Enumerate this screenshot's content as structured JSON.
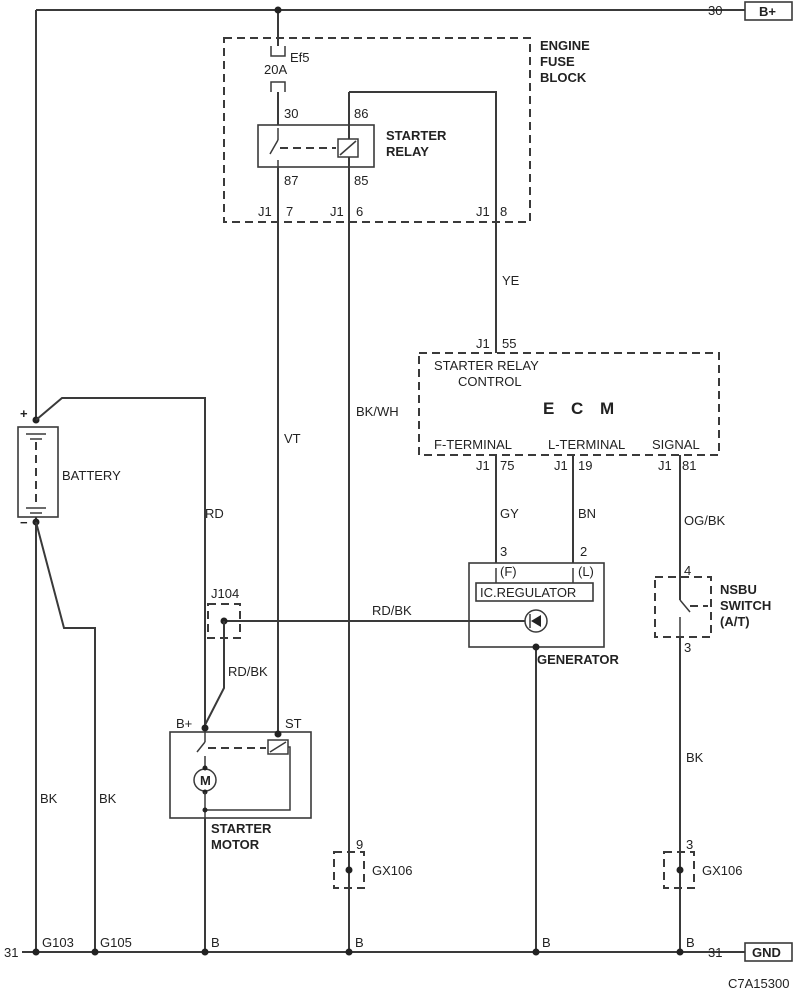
{
  "rails": {
    "top_number": "30",
    "top_label": "B+",
    "bottom_number_left": "31",
    "bottom_number_right": "31",
    "bottom_label": "GND"
  },
  "fuse_block": {
    "title_line1": "ENGINE",
    "title_line2": "FUSE",
    "title_line3": "BLOCK",
    "fuse_name": "Ef5",
    "fuse_rating": "20A",
    "connector_j1_a": "J1",
    "pin_7": "7",
    "connector_j1_b": "J1",
    "pin_6": "6",
    "connector_j1_c": "J1",
    "pin_8": "8"
  },
  "starter_relay": {
    "title_line1": "STARTER",
    "title_line2": "RELAY",
    "pin_30": "30",
    "pin_86": "86",
    "pin_87": "87",
    "pin_85": "85"
  },
  "ecm": {
    "title": "E C M",
    "function_line1": "STARTER RELAY",
    "function_line2": "CONTROL",
    "term_f": "F-TERMINAL",
    "term_l": "L-TERMINAL",
    "term_signal": "SIGNAL",
    "conn_top": "J1",
    "pin_55": "55",
    "conn_75": "J1",
    "pin_75": "75",
    "conn_19": "J1",
    "pin_19": "19",
    "conn_81": "J1",
    "pin_81": "81"
  },
  "wires": {
    "ye": "YE",
    "vt": "VT",
    "bk_wh": "BK/WH",
    "rd": "RD",
    "rd_bk_horizontal": "RD/BK",
    "rd_bk_vertical": "RD/BK",
    "gy": "GY",
    "bn": "BN",
    "og_bk": "OG/BK",
    "bk_switch": "BK",
    "bk_left1": "BK",
    "bk_left2": "BK"
  },
  "battery": {
    "label": "BATTERY",
    "plus": "+",
    "minus": "−"
  },
  "splice": {
    "j104": "J104"
  },
  "generator": {
    "label": "GENERATOR",
    "regulator": "IC.REGULATOR",
    "pin_3": "3",
    "pin_2": "2",
    "pin_f": "(F)",
    "pin_l": "(L)"
  },
  "nsbu": {
    "title_line1": "NSBU",
    "title_line2": "SWITCH",
    "title_line3": "(A/T)",
    "pin_4": "4",
    "pin_3": "3"
  },
  "starter_motor": {
    "title_line1": "STARTER",
    "title_line2": "MOTOR",
    "b_plus": "B+",
    "st": "ST",
    "motor_symbol": "M"
  },
  "grounds": {
    "gx106_left": "GX106",
    "gx106_left_pin": "9",
    "gx106_right": "GX106",
    "gx106_right_pin": "3",
    "g103": "G103",
    "g105": "G105",
    "b1": "B",
    "b2": "B",
    "b3": "B",
    "b4": "B"
  },
  "footer": {
    "code": "C7A15300"
  }
}
